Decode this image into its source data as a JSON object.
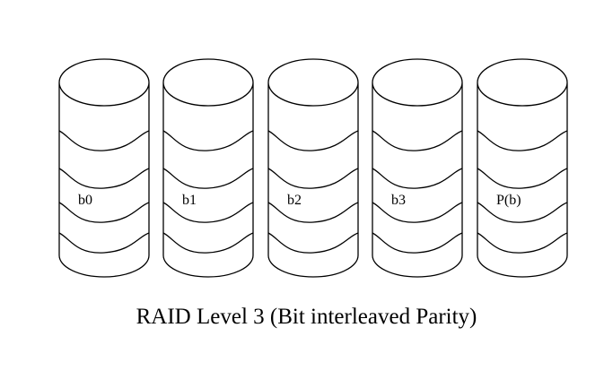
{
  "diagram": {
    "caption": "RAID Level 3 (Bit interleaved Parity)",
    "disks": [
      {
        "label": "b0"
      },
      {
        "label": "b1"
      },
      {
        "label": "b2"
      },
      {
        "label": "b3"
      },
      {
        "label": "P(b)"
      }
    ]
  }
}
